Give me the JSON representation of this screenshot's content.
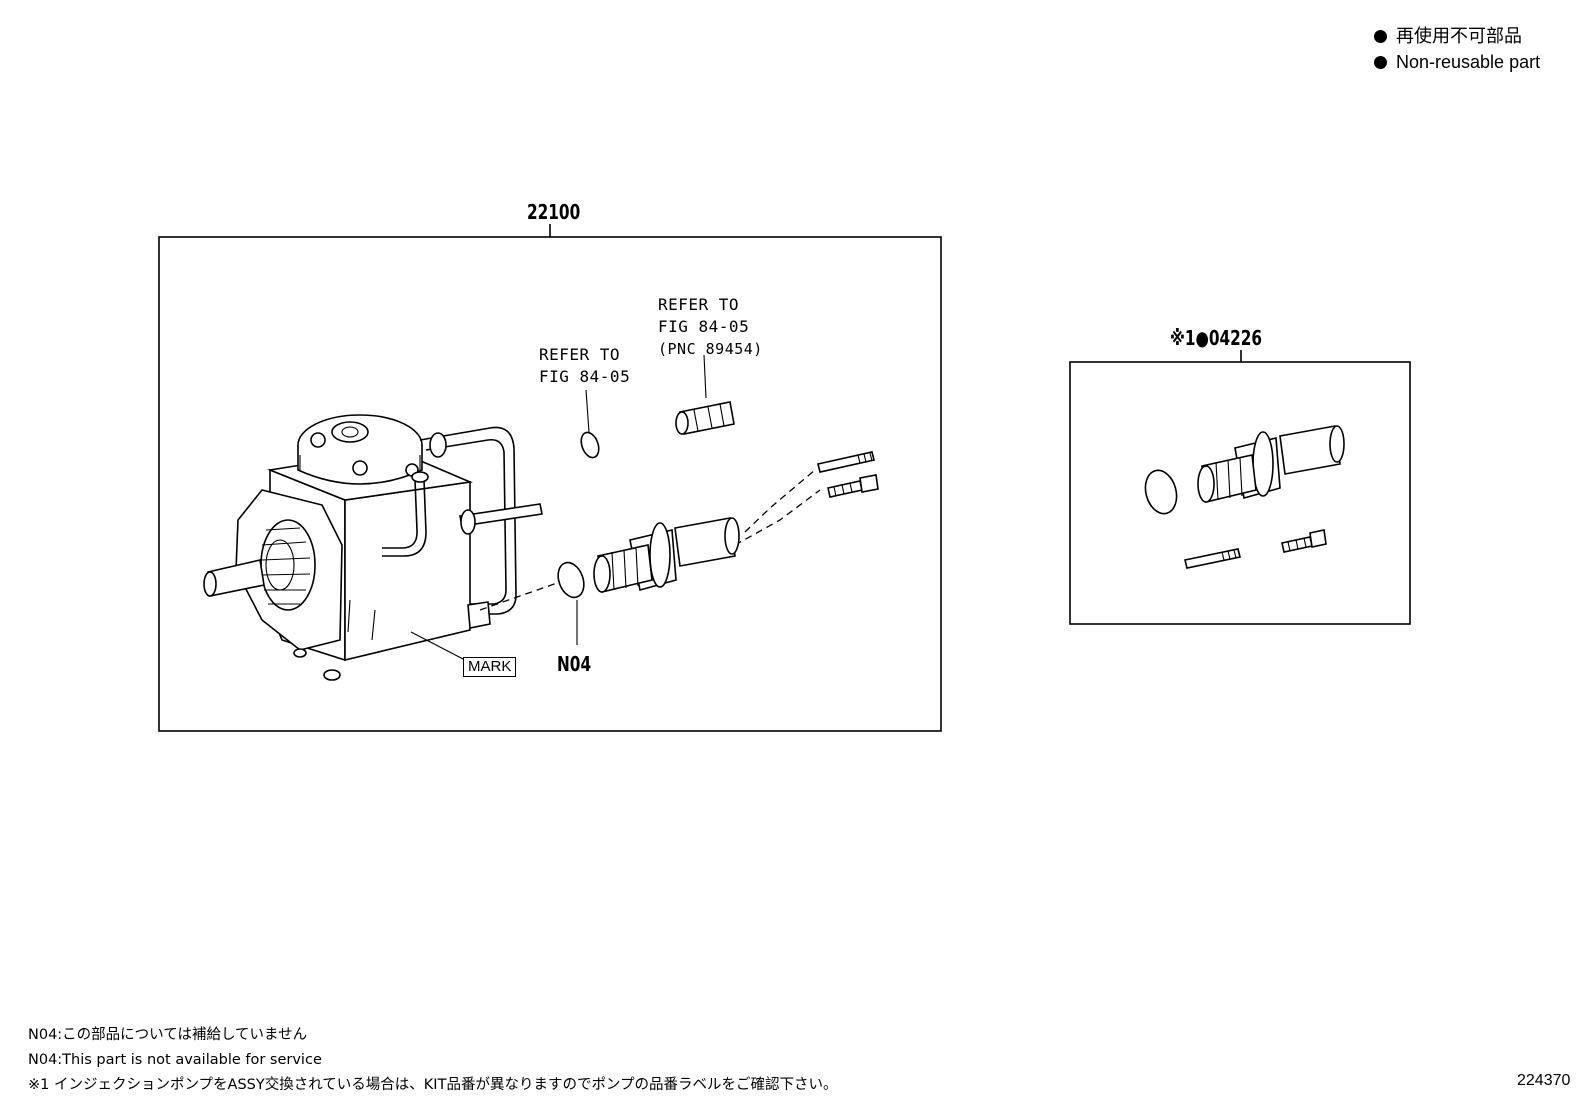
{
  "legend": {
    "jp": "再使用不可部品",
    "en": "Non-reusable part"
  },
  "callouts": {
    "assembly": "22100",
    "kit": "※1●04226",
    "n04": "N04",
    "mark": "MARK"
  },
  "refers": {
    "oring": [
      "REFER TO",
      "FIG 84-05"
    ],
    "sensor": [
      "REFER TO",
      "FIG 84-05",
      "(PNC 89454)"
    ]
  },
  "notes": {
    "line1": "N04:この部品については補給していません",
    "line2": "N04:This part is not available for service",
    "line3": "※1 インジェクションポンプをASSY交換されている場合は、KIT品番が異なりますのでポンプの品番ラベルをご確認下さい。"
  },
  "figure_number": "224370"
}
